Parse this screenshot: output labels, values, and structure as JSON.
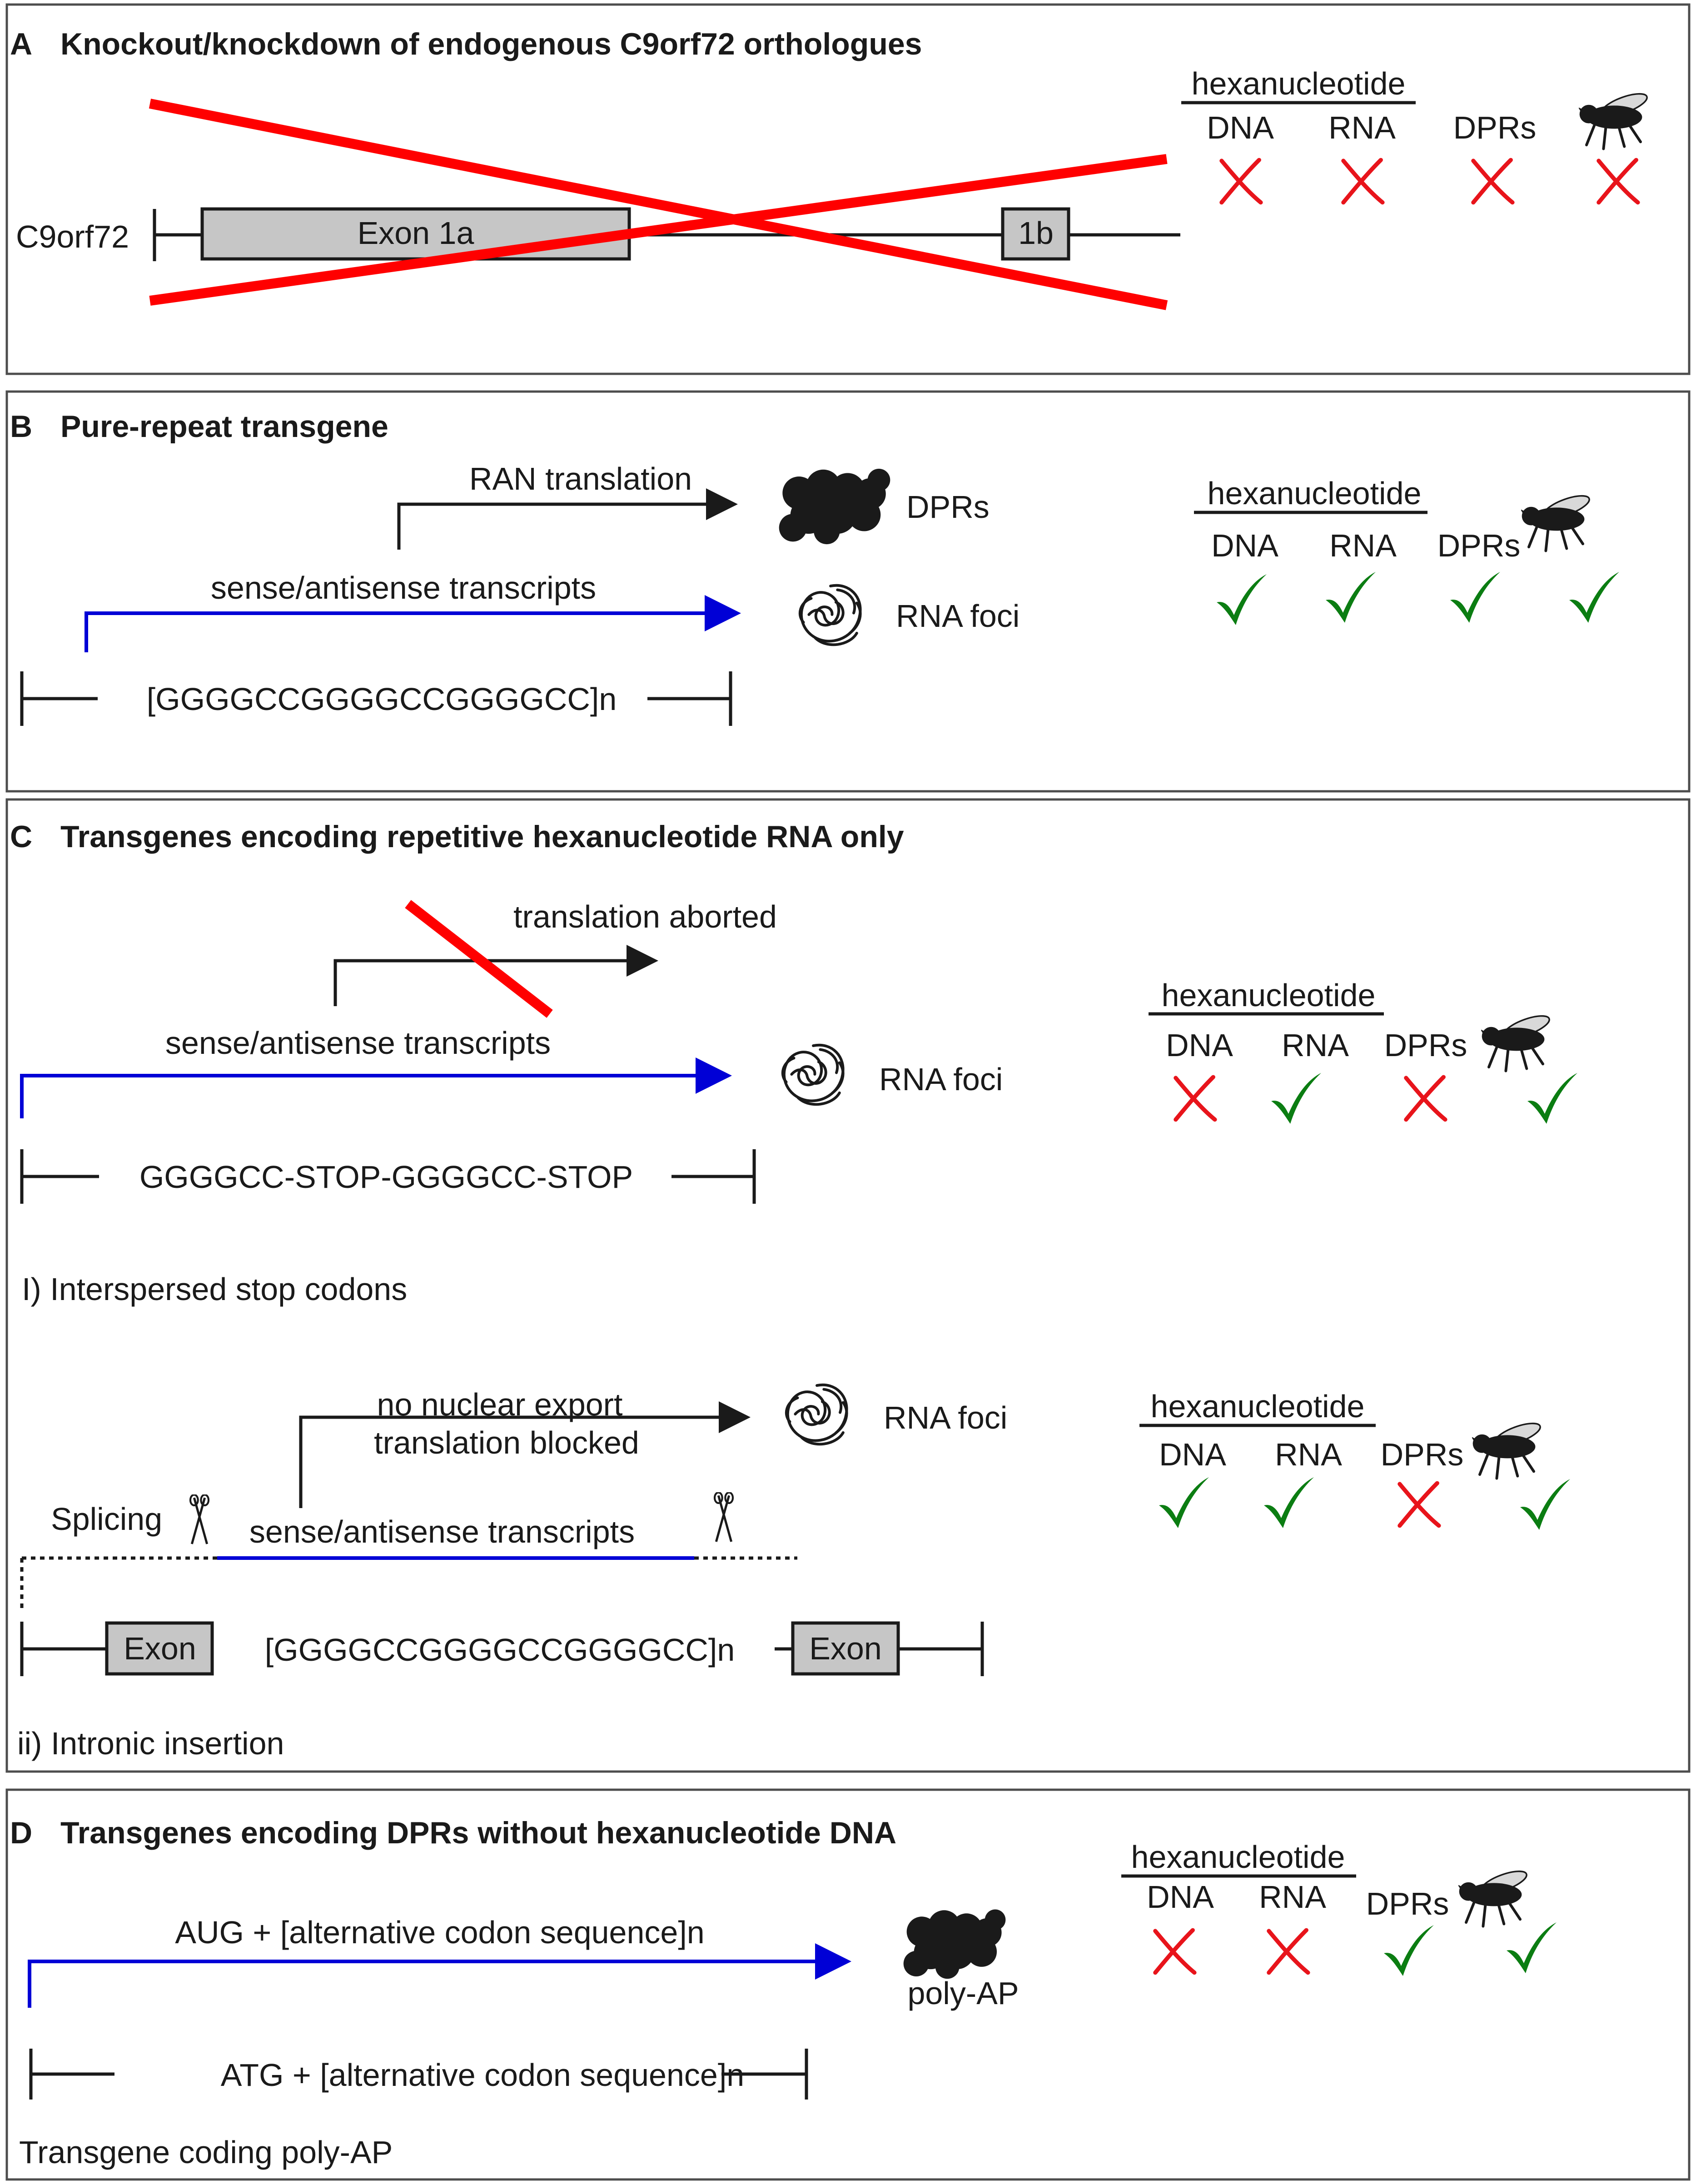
{
  "colors": {
    "check": "#0b7d12",
    "cross": "#e8141b",
    "transcript_arrow": "#0000d6",
    "knockout_cross": "#ff0000"
  },
  "icons": [
    "fly-icon",
    "check-icon",
    "cross-icon",
    "dpr-aggregate-icon",
    "rna-foci-icon",
    "scissors-icon"
  ],
  "status_header": {
    "group": "hexanucleotide",
    "columns": [
      "DNA",
      "RNA",
      "DPRs"
    ]
  },
  "panels": [
    {
      "letter": "A",
      "title": "Knockout/knockdown of endogenous C9orf72 orthologues",
      "gene_label": "C9orf72",
      "exon_1a": "Exon 1a",
      "exon_1b": "1b",
      "status": [
        "cross",
        "cross",
        "cross",
        "cross"
      ]
    },
    {
      "letter": "B",
      "title": "Pure-repeat transgene",
      "translation_label": "RAN translation",
      "product_label": "DPRs",
      "transcript_label": "sense/antisense transcripts",
      "foci_label": "RNA foci",
      "construct": "[GGGGCCGGGGCCGGGGCC]n",
      "status": [
        "check",
        "check",
        "check",
        "check"
      ]
    },
    {
      "letter": "C",
      "title": "Transgenes encoding repetitive hexanucleotide RNA only",
      "sub1": {
        "translation_label": "translation aborted",
        "transcript_label": "sense/antisense transcripts",
        "foci_label": "RNA foci",
        "construct": "GGGGCC-STOP-GGGGCC-STOP",
        "caption": "I) Interspersed stop codons",
        "status": [
          "cross",
          "check",
          "cross",
          "check"
        ]
      },
      "sub2": {
        "export_label_1": "no nuclear export",
        "export_label_2": "translation blocked",
        "foci_label": "RNA foci",
        "splicing_label": "Splicing",
        "transcript_label": "sense/antisense transcripts",
        "exon_left": "Exon",
        "construct": "[GGGGCCGGGGCCGGGGCC]n",
        "exon_right": "Exon",
        "caption": "ii) Intronic insertion",
        "status": [
          "check",
          "check",
          "cross",
          "check"
        ]
      }
    },
    {
      "letter": "D",
      "title": "Transgenes encoding DPRs without hexanucleotide DNA",
      "transcript_label": "AUG + [alternative codon sequence]n",
      "product_label": "poly-AP",
      "construct": "ATG + [alternative codon sequence]n",
      "caption": "Transgene coding poly-AP",
      "status": [
        "cross",
        "cross",
        "check",
        "check"
      ]
    }
  ]
}
